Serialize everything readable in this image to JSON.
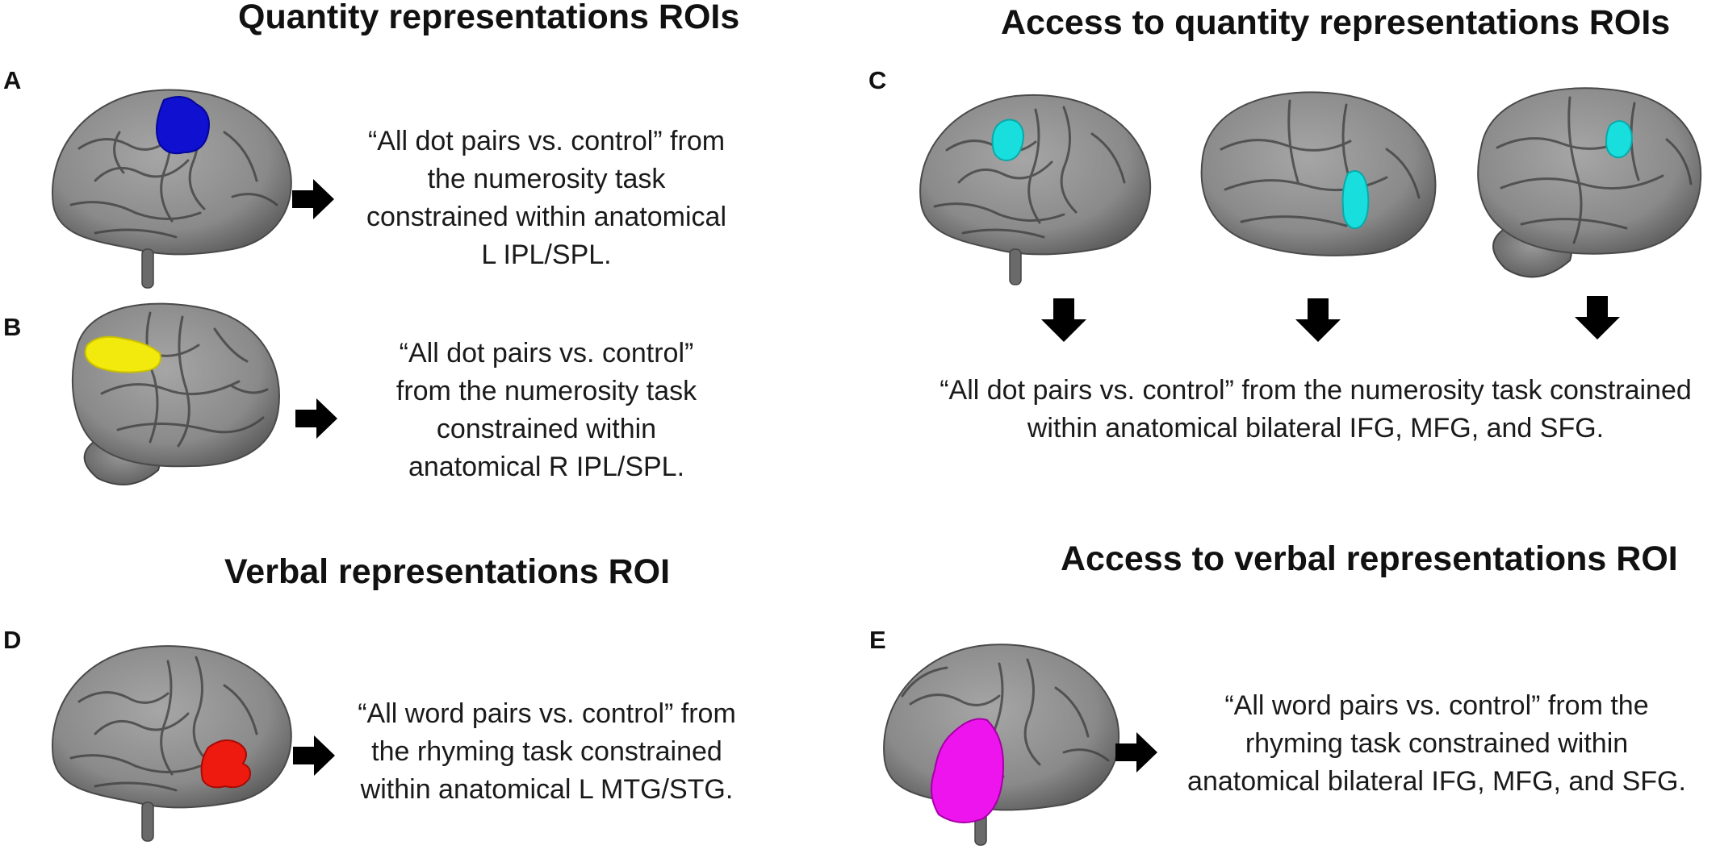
{
  "titles": {
    "quantity": "Quantity representations ROIs",
    "access_quantity": "Access to quantity representations ROIs",
    "verbal": "Verbal representations ROI",
    "access_verbal": "Access to verbal representations ROI"
  },
  "panels": {
    "A": {
      "label": "A",
      "roi_color": "#1010d0",
      "description": [
        "“All dot pairs vs. control” from",
        "the numerosity task",
        "constrained within anatomical",
        "L IPL/SPL."
      ]
    },
    "B": {
      "label": "B",
      "roi_color": "#f2ea0c",
      "description": [
        "“All dot pairs vs. control”",
        "from the numerosity task",
        "constrained within",
        "anatomical R IPL/SPL."
      ]
    },
    "C": {
      "label": "C",
      "roi_color": "#19dede",
      "description": [
        "“All dot pairs vs. control” from the numerosity task constrained",
        "within anatomical bilateral IFG, MFG, and SFG."
      ]
    },
    "D": {
      "label": "D",
      "roi_color": "#ee1a10",
      "description": [
        "“All word pairs vs. control” from",
        "the rhyming task constrained",
        "within anatomical L MTG/STG."
      ]
    },
    "E": {
      "label": "E",
      "roi_color": "#ee14ee",
      "description": [
        "“All word pairs vs. control” from the",
        "rhyming task constrained within",
        "anatomical bilateral IFG, MFG, and SFG."
      ]
    }
  },
  "colors": {
    "brain_fill": "#8c8c8c",
    "brain_edge": "#4a4a4a",
    "sulci": "#3c3c3c",
    "arrow": "#000000"
  }
}
